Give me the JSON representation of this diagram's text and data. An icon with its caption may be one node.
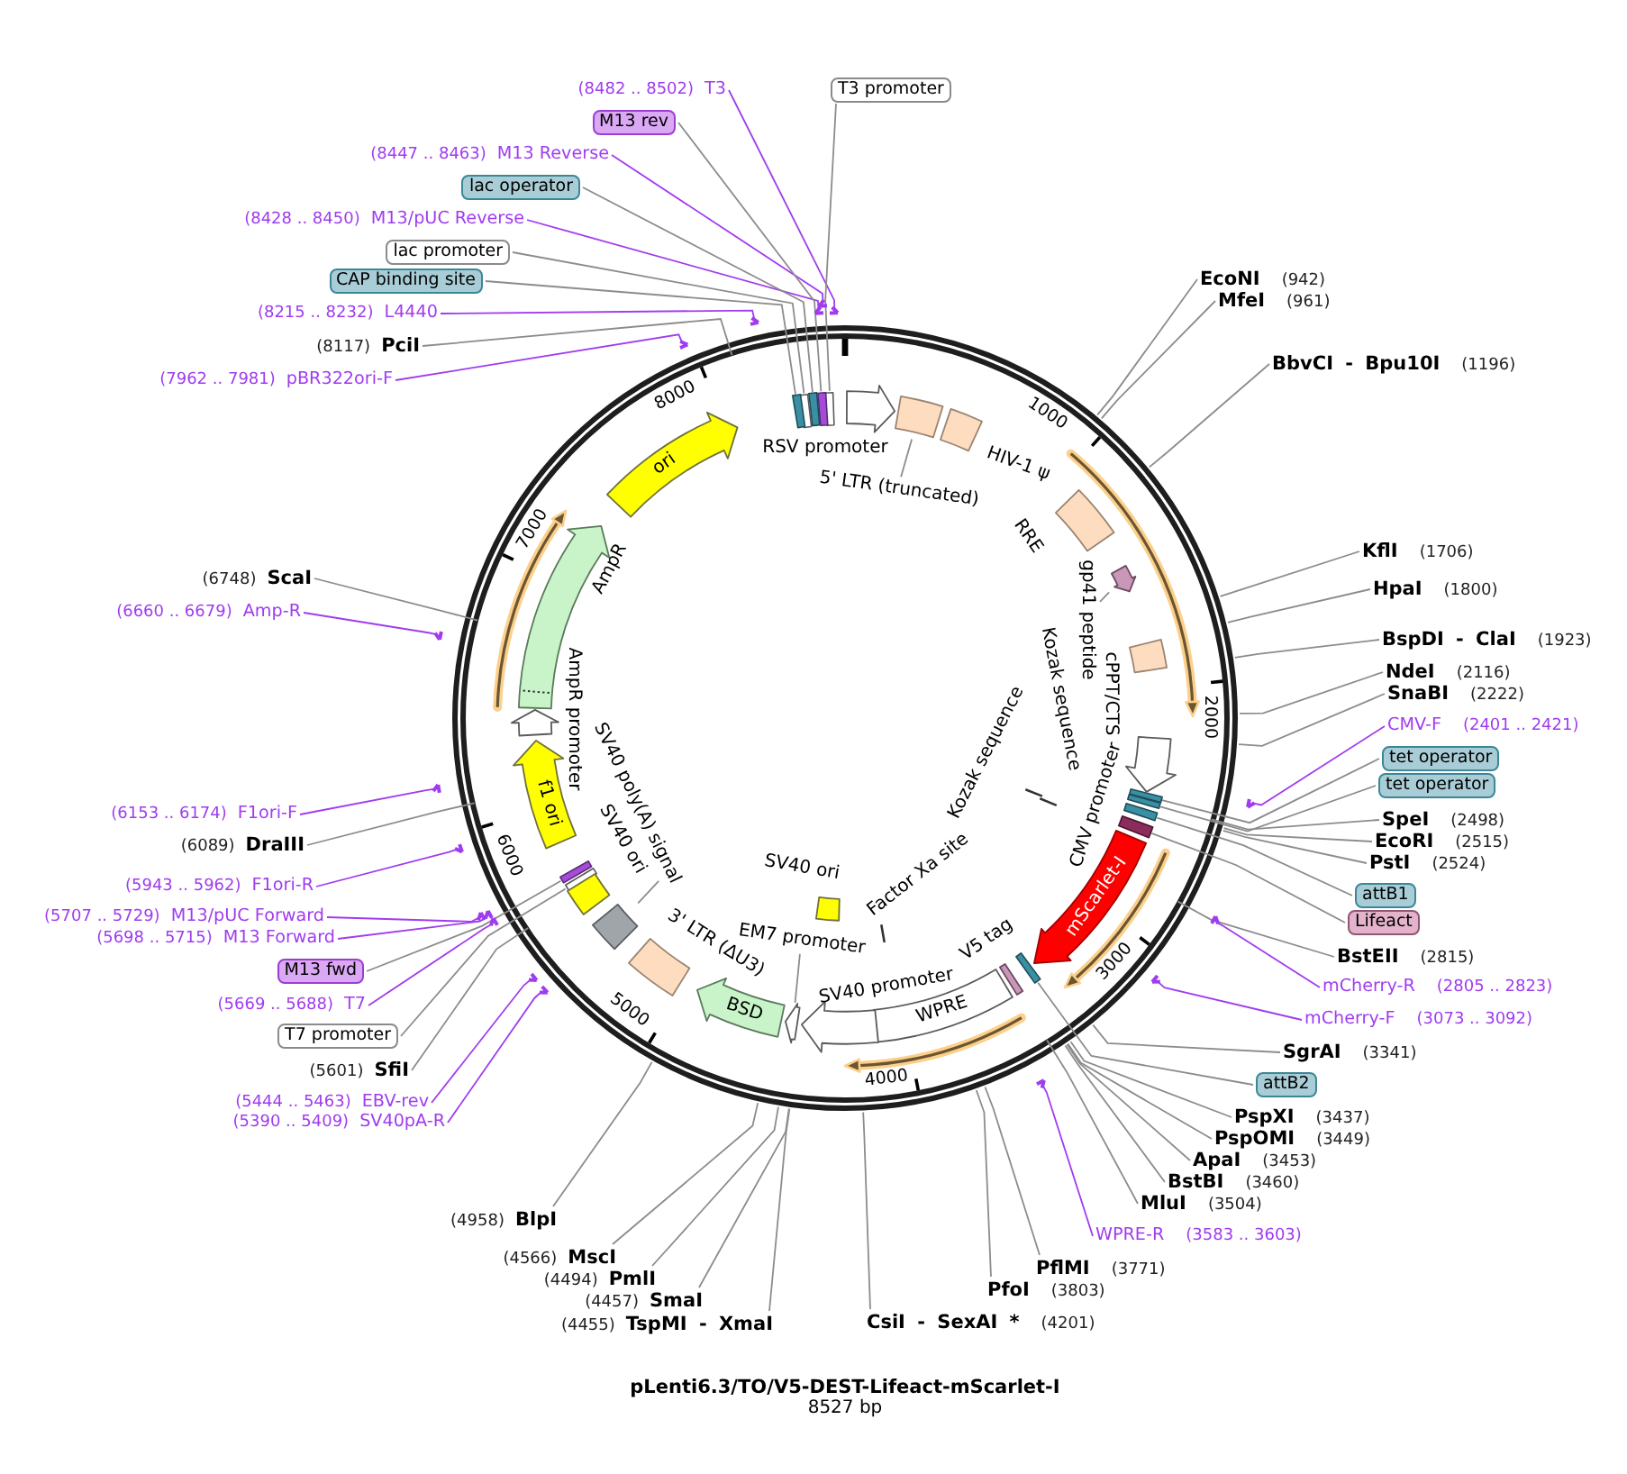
{
  "diagram": {
    "title": "pLenti6.3/TO/V5-DEST-Lifeact-mScarlet-I",
    "caption": "8527 bp",
    "nodes": [
      {
        "text": [
          "EcoNI",
          "(942)"
        ]
      },
      {
        "text": [
          "MfeI",
          "(961)"
        ]
      },
      {
        "text": [
          "BbvCI - Bpu10I",
          "(1196)"
        ]
      },
      {
        "text": [
          "KflI",
          "(1706)"
        ]
      },
      {
        "text": [
          "HpaI",
          "(1800)"
        ]
      },
      {
        "text": [
          "BspDI - ClaI",
          "(1923)"
        ]
      },
      {
        "text": [
          "NdeI",
          "(2116)"
        ]
      },
      {
        "text": [
          "SnaBI",
          "(2222)"
        ]
      },
      {
        "text": [
          "CMV-F",
          "(2401 .. 2421)"
        ]
      },
      {
        "text": [
          "tet operator"
        ]
      },
      {
        "text": [
          "tet operator"
        ]
      },
      {
        "text": [
          "SpeI",
          "(2498)"
        ]
      },
      {
        "text": [
          "EcoRI",
          "(2515)"
        ]
      },
      {
        "text": [
          "PstI",
          "(2524)"
        ]
      },
      {
        "text": [
          "attB1"
        ]
      },
      {
        "text": [
          "Lifeact"
        ]
      },
      {
        "text": [
          "BstEII",
          "(2815)"
        ]
      },
      {
        "text": [
          "mCherry-R",
          "(2805 .. 2823)"
        ]
      },
      {
        "text": [
          "mCherry-F",
          "(3073 .. 3092)"
        ]
      },
      {
        "text": [
          "SgrAI",
          "(3341)"
        ]
      },
      {
        "text": [
          "attB2"
        ]
      },
      {
        "text": [
          "PspXI",
          "(3437)"
        ]
      },
      {
        "text": [
          "PspOMI",
          "(3449)"
        ]
      },
      {
        "text": [
          "ApaI",
          "(3453)"
        ]
      },
      {
        "text": [
          "BstBI",
          "(3460)"
        ]
      },
      {
        "text": [
          "MluI",
          "(3504)"
        ]
      },
      {
        "text": [
          "WPRE-R",
          "(3583 .. 3603)"
        ]
      },
      {
        "text": [
          "PflMI",
          "(3771)"
        ]
      },
      {
        "text": [
          "PfoI",
          "(3803)"
        ]
      },
      {
        "text": [
          "CsiI - SexAI *",
          "(4201)"
        ]
      },
      {
        "text": [
          "(4455)",
          "TspMI - XmaI"
        ]
      },
      {
        "text": [
          "(4457)",
          "SmaI"
        ]
      },
      {
        "text": [
          "(4494)",
          "PmlI"
        ]
      },
      {
        "text": [
          "(4566)",
          "MscI"
        ]
      },
      {
        "text": [
          "(4958)",
          "BlpI"
        ]
      },
      {
        "text": [
          "(5390 .. 5409)",
          "SV40pA-R"
        ]
      },
      {
        "text": [
          "(5444 .. 5463)",
          "EBV-rev"
        ]
      },
      {
        "text": [
          "(5601)",
          "SfiI"
        ]
      },
      {
        "text": [
          "T7 promoter"
        ]
      },
      {
        "text": [
          "(5669 .. 5688)",
          "T7"
        ]
      },
      {
        "text": [
          "M13 fwd"
        ]
      },
      {
        "text": [
          "(5698 .. 5715)",
          "M13 Forward"
        ]
      },
      {
        "text": [
          "(5707 .. 5729)",
          "M13/pUC Forward"
        ]
      },
      {
        "text": [
          "(5943 .. 5962)",
          "F1ori-R"
        ]
      },
      {
        "text": [
          "(6089)",
          "DraIII"
        ]
      },
      {
        "text": [
          "(6153 .. 6174)",
          "F1ori-F"
        ]
      },
      {
        "text": [
          "(6660 .. 6679)",
          "Amp-R"
        ]
      },
      {
        "text": [
          "(6748)",
          "ScaI"
        ]
      },
      {
        "text": [
          "(7962 .. 7981)",
          "pBR322ori-F"
        ]
      },
      {
        "text": [
          "(8117)",
          "PciI"
        ]
      },
      {
        "text": [
          "(8215 .. 8232)",
          "L4440"
        ]
      },
      {
        "text": [
          "CAP binding site"
        ]
      },
      {
        "text": [
          "lac promoter"
        ]
      },
      {
        "text": [
          "(8428 .. 8450)",
          "M13/pUC Reverse"
        ]
      },
      {
        "text": [
          "lac operator"
        ]
      },
      {
        "text": [
          "(8447 .. 8463)",
          "M13 Reverse"
        ]
      },
      {
        "text": [
          "M13 rev"
        ]
      },
      {
        "text": [
          "(8482 .. 8502)",
          "T3"
        ]
      },
      {
        "text": [
          "T3 promoter"
        ]
      },
      {
        "text": [],
        "shape": "bar"
      },
      {
        "text": [],
        "shape": "bar"
      },
      {
        "text": [],
        "shape": "bar"
      },
      {
        "text": [],
        "shape": "bar"
      },
      {
        "text": [],
        "shape": "bar"
      },
      {
        "text": [],
        "shape": "bar"
      },
      {
        "text": [],
        "shape": "bar"
      },
      {
        "text": [],
        "shape": "bar"
      },
      {
        "text": [],
        "shape": "bar"
      },
      {
        "text": [],
        "shape": "bar"
      },
      {
        "text": [],
        "shape": "bar"
      },
      {
        "text": [],
        "shape": "bar"
      },
      {
        "text": [],
        "shape": "bar"
      },
      {
        "text": [],
        "shape": "bar"
      },
      {
        "text": [],
        "shape": "bar"
      },
      {
        "text": [],
        "shape": "bar"
      },
      {
        "text": [],
        "shape": "bar"
      },
      {
        "text": [],
        "shape": "bar"
      },
      {
        "text": [],
        "shape": "bar"
      },
      {
        "text": [],
        "shape": "bar"
      },
      {
        "text": [],
        "shape": "bar"
      },
      {
        "text": [],
        "shape": "bar"
      },
      {
        "text": [],
        "shape": "bar"
      },
      {
        "text": [],
        "shape": "bar"
      },
      {
        "text": [],
        "shape": "bar"
      },
      {
        "text": [],
        "shape": "bar"
      },
      {
        "text": [],
        "shape": "bar"
      },
      {
        "text": [],
        "shape": "bar"
      },
      {
        "text": [],
        "shape": "bar"
      },
      {
        "text": [
          "RSV promoter"
        ]
      },
      {
        "text": [],
        "shape": "box"
      },
      {
        "text": [
          "5' LTR (truncated)"
        ]
      },
      {
        "text": [
          "HIV-1 ψ"
        ]
      },
      {
        "text": [
          "RRE"
        ]
      },
      {
        "text": [],
        "shape": "arrow"
      },
      {
        "text": [
          "gp41 peptide"
        ]
      },
      {
        "text": [
          "cPPT/CTS"
        ]
      },
      {
        "text": [
          "CMV promoter"
        ]
      },
      {
        "text": [
          "Kozak sequence"
        ]
      },
      {
        "text": [
          "Kozak sequence"
        ]
      },
      {
        "text": [
          "mScarlet-I"
        ]
      },
      {
        "text": [
          "V5 tag"
        ]
      },
      {
        "text": [
          "Factor Xa site"
        ]
      },
      {
        "text": [
          "WPRE"
        ]
      },
      {
        "text": [
          "SV40 promoter"
        ]
      },
      {
        "text": [
          "SV40 ori"
        ]
      },
      {
        "text": [],
        "shape": "arrow"
      },
      {
        "text": [
          "EM7 promoter"
        ]
      },
      {
        "text": [
          "BSD"
        ]
      },
      {
        "text": [
          "3' LTR (ΔU3)"
        ]
      },
      {
        "text": [],
        "shape": "box"
      },
      {
        "text": [
          "SV40 poly(A) signal"
        ]
      },
      {
        "text": [
          "SV40 ori"
        ]
      },
      {
        "text": [
          "f1 ori"
        ]
      },
      {
        "text": [
          "AmpR promoter"
        ]
      },
      {
        "text": [
          "AmpR"
        ]
      },
      {
        "text": [
          "ori"
        ]
      }
    ],
    "edges": [
      {
        "from": 0,
        "to": null,
        "arrow": "none"
      },
      {
        "from": 1,
        "to": null,
        "arrow": "none"
      },
      {
        "from": 2,
        "to": null,
        "arrow": "none"
      },
      {
        "from": 3,
        "to": null,
        "arrow": "none"
      },
      {
        "from": 4,
        "to": null,
        "arrow": "none"
      },
      {
        "from": 5,
        "to": null,
        "arrow": "none"
      },
      {
        "from": 6,
        "to": null,
        "arrow": "none"
      },
      {
        "from": 7,
        "to": null,
        "arrow": "none"
      },
      {
        "from": 8,
        "to": 71,
        "arrow": "none",
        "color": "#a03cf0"
      },
      {
        "from": 9,
        "to": 64,
        "arrow": "none"
      },
      {
        "from": 10,
        "to": 65,
        "arrow": "none"
      },
      {
        "from": 11,
        "to": null,
        "arrow": "none"
      },
      {
        "from": 12,
        "to": null,
        "arrow": "none"
      },
      {
        "from": 13,
        "to": null,
        "arrow": "none"
      },
      {
        "from": 14,
        "to": 66,
        "arrow": "none"
      },
      {
        "from": 15,
        "to": 67,
        "arrow": "none"
      },
      {
        "from": 16,
        "to": null,
        "arrow": "none"
      },
      {
        "from": 17,
        "to": 72,
        "arrow": "none",
        "color": "#a03cf0"
      },
      {
        "from": 18,
        "to": 73,
        "arrow": "none",
        "color": "#a03cf0"
      },
      {
        "from": 19,
        "to": null,
        "arrow": "none"
      },
      {
        "from": 20,
        "to": 68,
        "arrow": "none"
      },
      {
        "from": 21,
        "to": null,
        "arrow": "none"
      },
      {
        "from": 22,
        "to": null,
        "arrow": "none"
      },
      {
        "from": 23,
        "to": null,
        "arrow": "none"
      },
      {
        "from": 24,
        "to": null,
        "arrow": "none"
      },
      {
        "from": 25,
        "to": null,
        "arrow": "none"
      },
      {
        "from": 26,
        "to": 74,
        "arrow": "none",
        "color": "#a03cf0"
      },
      {
        "from": 27,
        "to": null,
        "arrow": "none"
      },
      {
        "from": 28,
        "to": null,
        "arrow": "none"
      },
      {
        "from": 29,
        "to": null,
        "arrow": "none"
      },
      {
        "from": 30,
        "to": null,
        "arrow": "none"
      },
      {
        "from": 31,
        "to": null,
        "arrow": "none"
      },
      {
        "from": 32,
        "to": null,
        "arrow": "none"
      },
      {
        "from": 33,
        "to": null,
        "arrow": "none"
      },
      {
        "from": 34,
        "to": null,
        "arrow": "none"
      },
      {
        "from": 35,
        "to": 75,
        "arrow": "none",
        "color": "#a03cf0"
      },
      {
        "from": 36,
        "to": 76,
        "arrow": "none",
        "color": "#a03cf0"
      },
      {
        "from": 37,
        "to": null,
        "arrow": "none"
      },
      {
        "from": 38,
        "to": 69,
        "arrow": "none"
      },
      {
        "from": 39,
        "to": 77,
        "arrow": "none",
        "color": "#a03cf0"
      },
      {
        "from": 40,
        "to": 70,
        "arrow": "none"
      },
      {
        "from": 41,
        "to": 78,
        "arrow": "none",
        "color": "#a03cf0"
      },
      {
        "from": 42,
        "to": 79,
        "arrow": "none",
        "color": "#a03cf0"
      },
      {
        "from": 43,
        "to": 80,
        "arrow": "none",
        "color": "#a03cf0"
      },
      {
        "from": 44,
        "to": null,
        "arrow": "none"
      },
      {
        "from": 45,
        "to": 81,
        "arrow": "none",
        "color": "#a03cf0"
      },
      {
        "from": 46,
        "to": 82,
        "arrow": "none",
        "color": "#a03cf0"
      },
      {
        "from": 47,
        "to": null,
        "arrow": "none"
      },
      {
        "from": 48,
        "to": 83,
        "arrow": "none",
        "color": "#a03cf0"
      },
      {
        "from": 49,
        "to": null,
        "arrow": "none"
      },
      {
        "from": 50,
        "to": 84,
        "arrow": "none",
        "color": "#a03cf0"
      },
      {
        "from": 51,
        "to": 63,
        "arrow": "none"
      },
      {
        "from": 52,
        "to": 62,
        "arrow": "none"
      },
      {
        "from": 53,
        "to": 85,
        "arrow": "none",
        "color": "#a03cf0"
      },
      {
        "from": 54,
        "to": 61,
        "arrow": "none"
      },
      {
        "from": 55,
        "to": 86,
        "arrow": "none",
        "color": "#a03cf0"
      },
      {
        "from": 56,
        "to": 60,
        "arrow": "none"
      },
      {
        "from": 57,
        "to": 87,
        "arrow": "none",
        "color": "#a03cf0"
      },
      {
        "from": 58,
        "to": 59,
        "arrow": "none"
      },
      {
        "from": 90,
        "to": 89,
        "arrow": "none"
      },
      {
        "from": 94,
        "to": 93,
        "arrow": "none"
      },
      {
        "from": 106,
        "to": 105,
        "arrow": "none"
      },
      {
        "from": 110,
        "to": 109,
        "arrow": "none"
      }
    ],
    "labels": [
      "1000",
      "2000",
      "3000",
      "4000",
      "5000",
      "6000",
      "7000",
      "8000"
    ]
  }
}
